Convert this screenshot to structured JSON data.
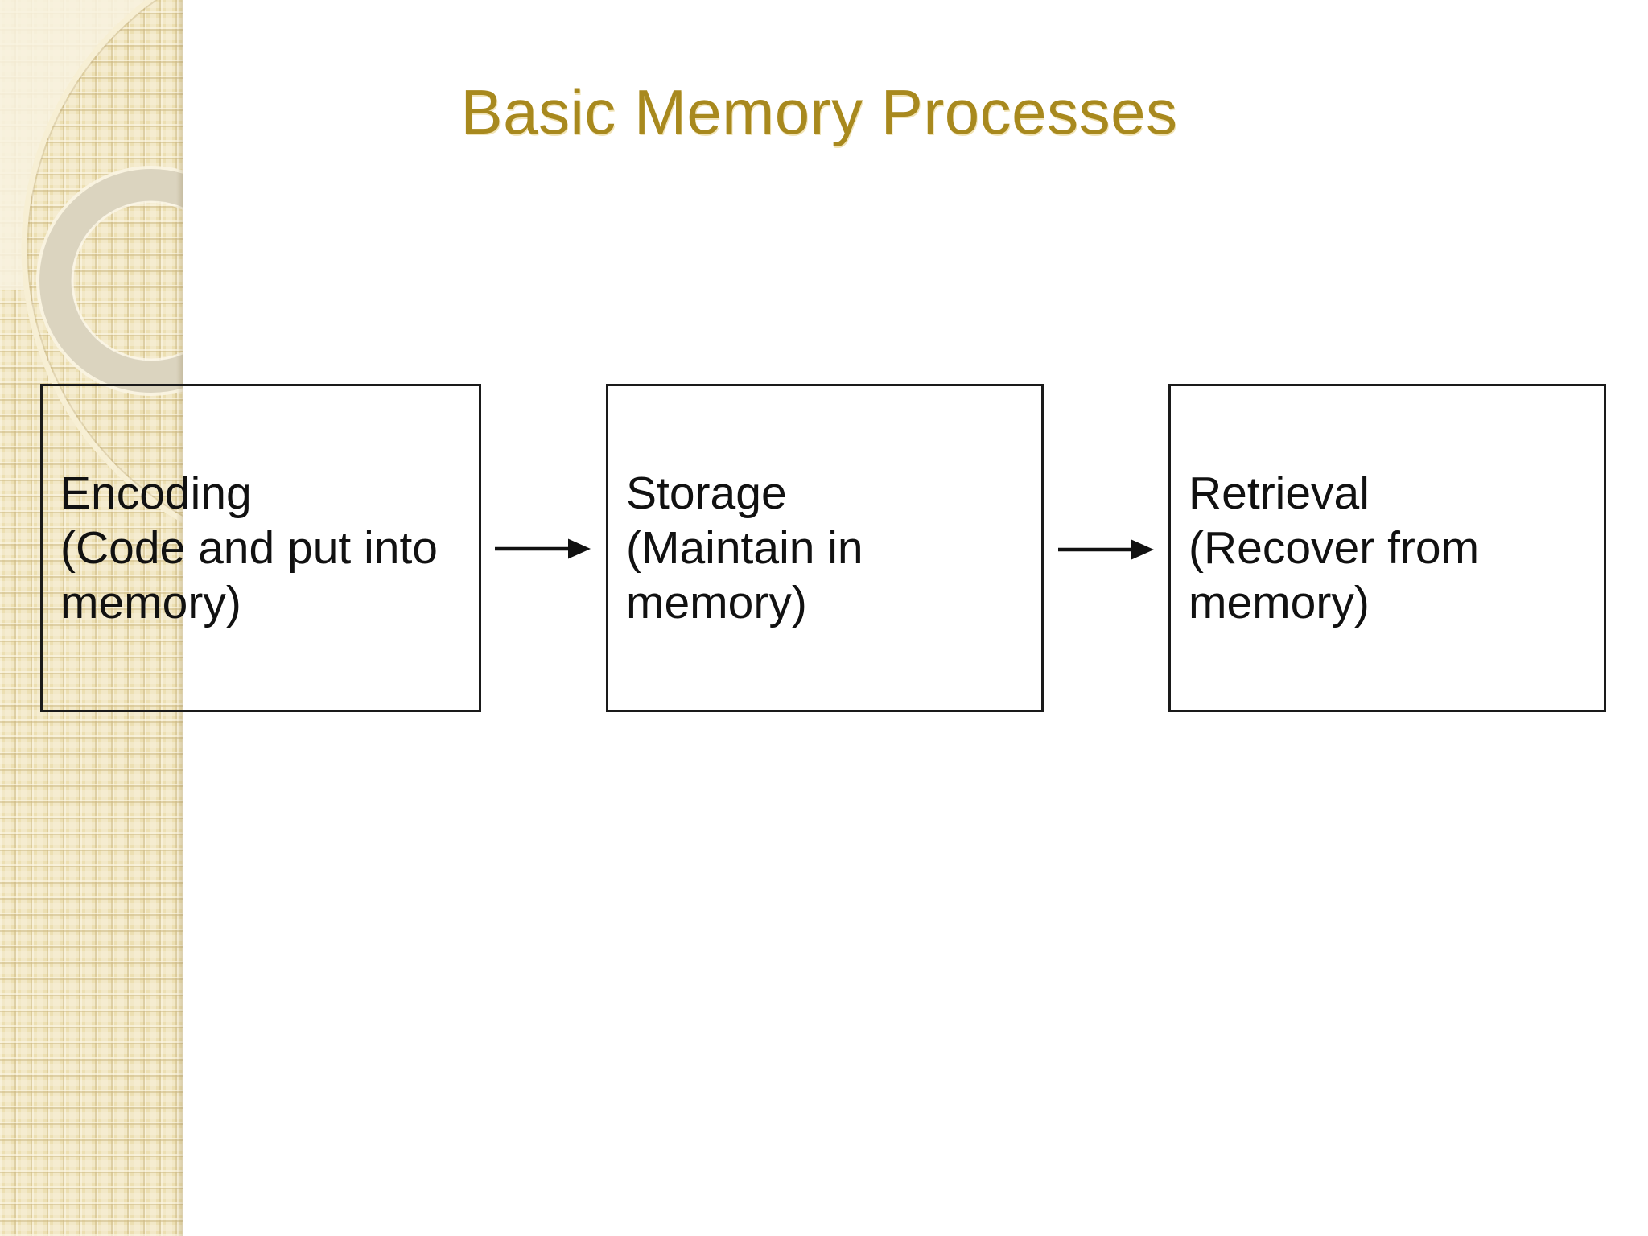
{
  "slide": {
    "title": "Basic Memory Processes"
  },
  "theme": {
    "title_color": "#A8891E",
    "body_text_color": "#111111",
    "box_border_color": "#1A1A1A",
    "arrow_color": "#111111",
    "background_color": "#FFFFFF",
    "sidebar_base_color": "#ECDFB2",
    "sidebar_highlight_color": "#F7F1DE",
    "sidebar_ring_color": "#DBD4BF"
  },
  "diagram": {
    "boxes": [
      {
        "id": "encoding",
        "lines": [
          "Encoding",
          "(Code and put into",
          "memory)"
        ]
      },
      {
        "id": "storage",
        "lines": [
          "Storage",
          "(Maintain in",
          "memory)"
        ]
      },
      {
        "id": "retrieval",
        "lines": [
          "Retrieval",
          "(Recover from",
          "memory)"
        ]
      }
    ],
    "arrows": [
      {
        "from": "encoding",
        "to": "storage",
        "direction": "right"
      },
      {
        "from": "storage",
        "to": "retrieval",
        "direction": "right"
      }
    ]
  }
}
